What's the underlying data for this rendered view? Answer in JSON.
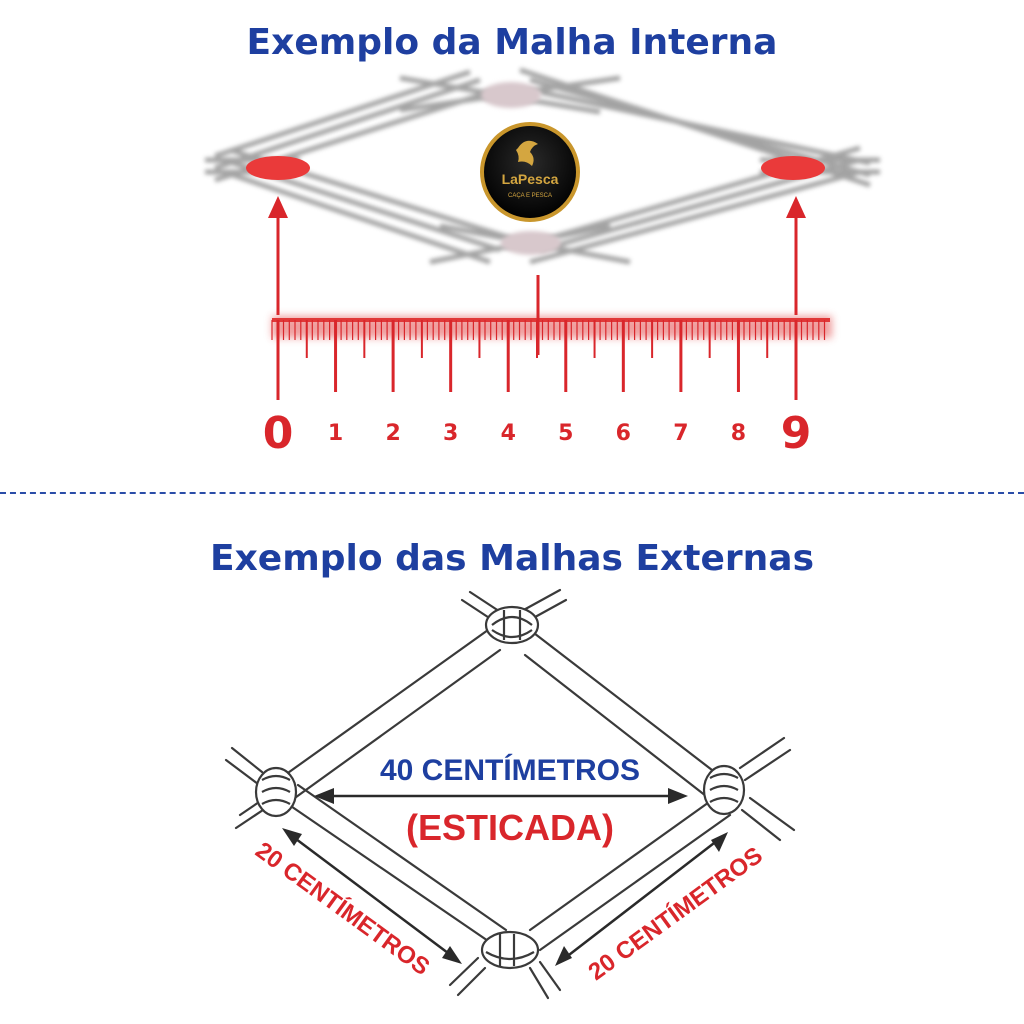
{
  "top_section": {
    "title": "Exemplo da Malha Interna",
    "logo": {
      "brand": "LaPesca",
      "tagline": "CAÇA E PESCA"
    },
    "ruler": {
      "labels": [
        "0",
        "1",
        "2",
        "3",
        "4",
        "5",
        "6",
        "7",
        "8",
        "9"
      ]
    }
  },
  "bottom_section": {
    "title": "Exemplo das Malhas Externas",
    "diagonal_label": "40 CENTÍMETROS",
    "stretched_label": "(ESTICADA)",
    "side_label_left": "20 CENTÍMETROS",
    "side_label_right": "20 CENTÍMETROS"
  },
  "colors": {
    "title_blue": "#1e3fa0",
    "accent_red": "#d9262b",
    "logo_gold": "#d4a640"
  }
}
